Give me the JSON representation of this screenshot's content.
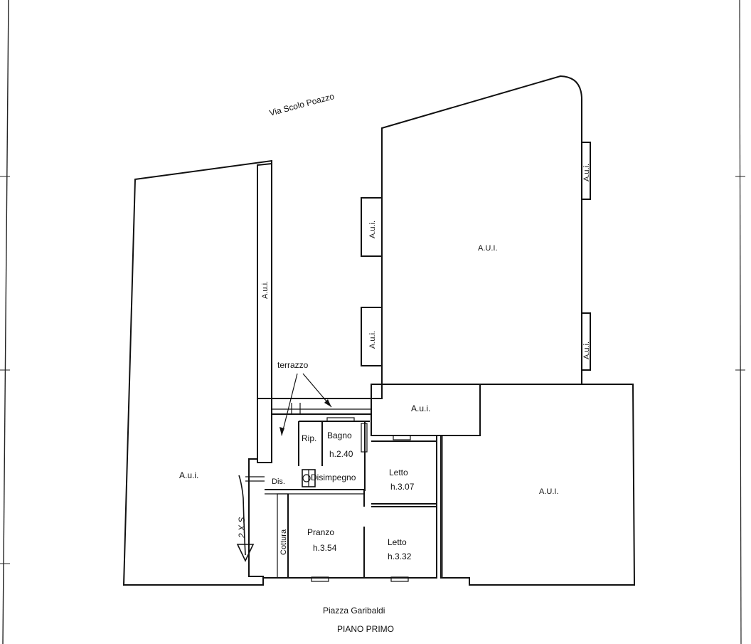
{
  "street_top": "Via Scolo Poazzo",
  "street_bottom": "Piazza Garibaldi",
  "floor_title": "PIANO PRIMO",
  "aui_label": "A.u.i.",
  "aui_label_caps": "A.U.I.",
  "rooms": {
    "terrazzo": "terrazzo",
    "ripostiglio": "Rip.",
    "bagno": "Bagno",
    "bagno_height": "h.2.40",
    "disimpegno_short": "Dis.",
    "disimpegno": "Disimpegno",
    "letto_1": "Letto",
    "letto_1_height": "h.3.07",
    "letto_2": "Letto",
    "letto_2_height": "h.3.32",
    "pranzo": "Pranzo",
    "pranzo_height": "h.3.54",
    "cottura": "Cottura"
  },
  "handwritten_note": "2.X.S"
}
